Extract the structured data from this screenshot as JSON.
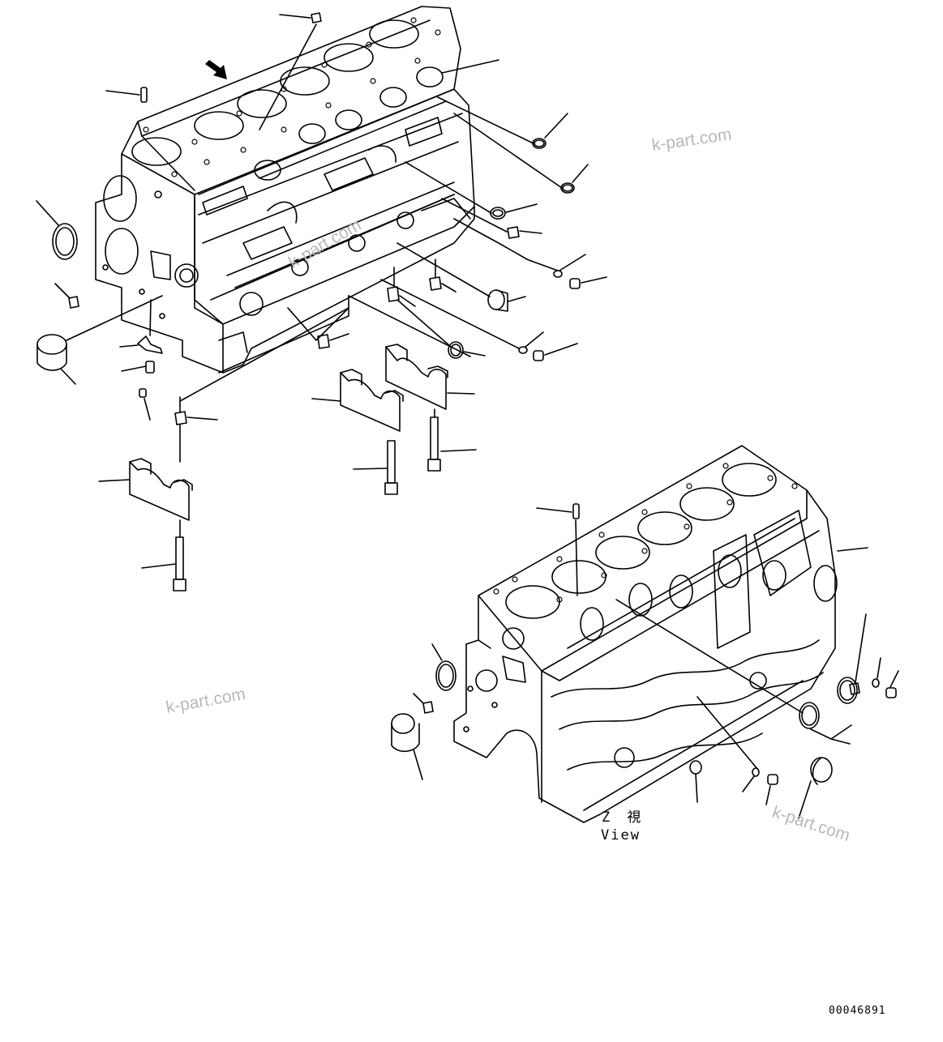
{
  "diagram": {
    "view_label_symbol": "Z　視",
    "view_label_word": "View",
    "reference_code": "00046891",
    "watermarks": [
      "k-part.com",
      "k-part.com",
      "k-part.com",
      "k-part.com"
    ]
  }
}
